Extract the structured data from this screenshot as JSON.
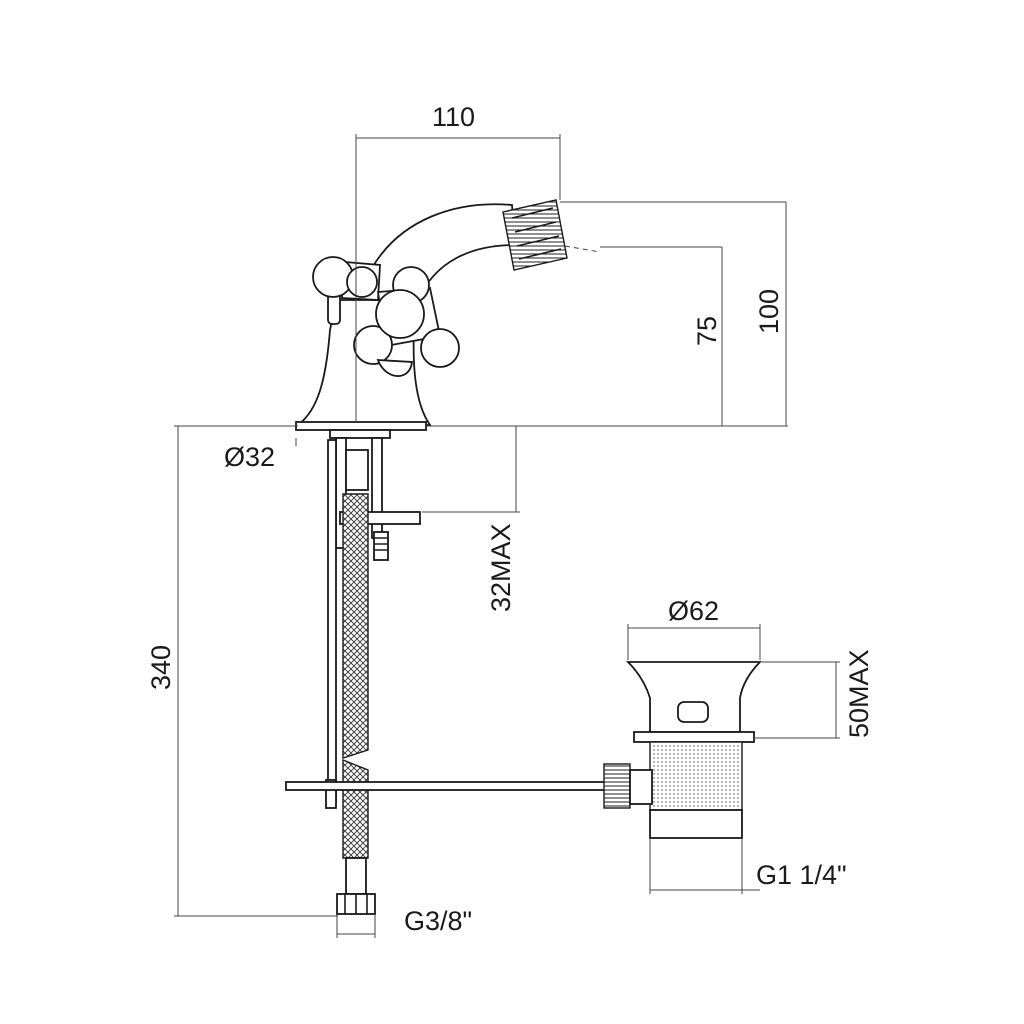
{
  "dimensions": {
    "spout_reach": "110",
    "outlet_height": "75",
    "total_height": "100",
    "base_diameter": "Ø32",
    "deck_thickness": "32MAX",
    "hose_length": "340",
    "hose_connection": "G3/8\"",
    "waste_diameter": "Ø62",
    "waste_deck": "50MAX",
    "waste_thread": "G1 1/4\""
  }
}
